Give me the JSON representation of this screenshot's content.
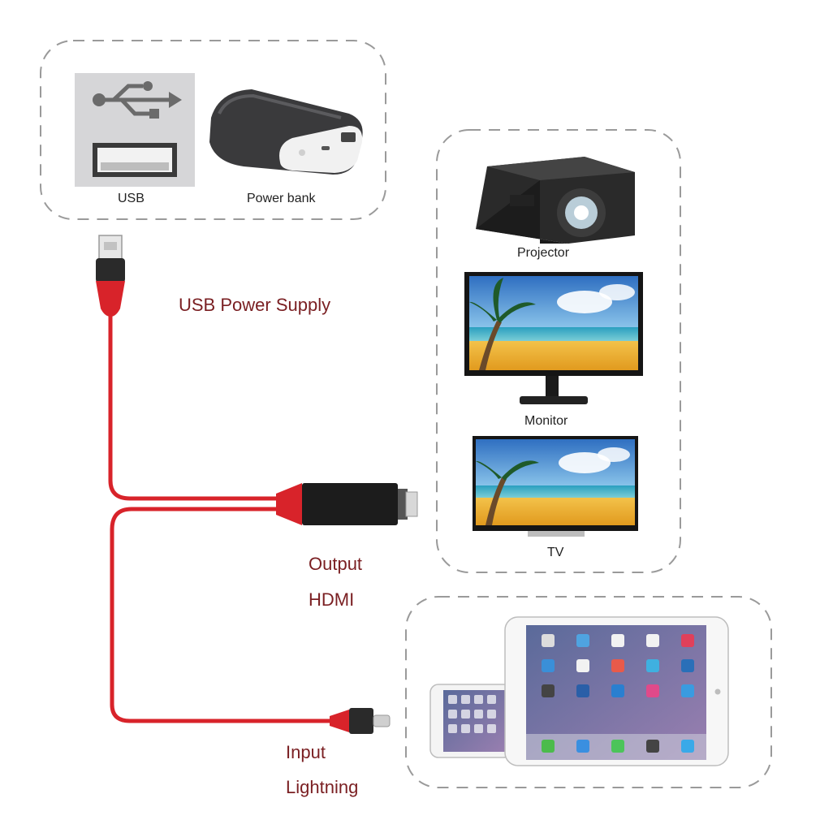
{
  "sources": {
    "usb_label": "USB",
    "power_bank_label": "Power bank"
  },
  "cable": {
    "power_label": "USB Power Supply",
    "output_label_line1": "Output",
    "output_label_line2": "HDMI",
    "input_label_line1": "Input",
    "input_label_line2": "Lightning"
  },
  "displays": {
    "projector_label": "Projector",
    "monitor_label": "Monitor",
    "tv_label": "TV"
  },
  "colors": {
    "cable_red": "#d8232a",
    "label_red": "#7a1f22",
    "dash_gray": "#9a9a9a"
  }
}
